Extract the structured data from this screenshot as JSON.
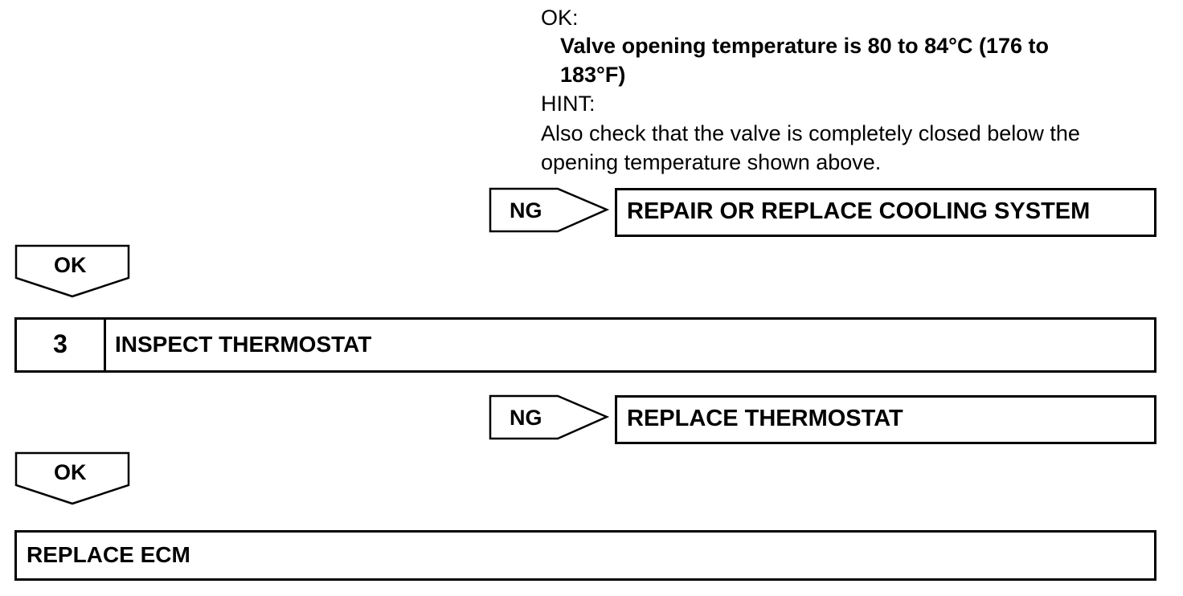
{
  "spec": {
    "ok_label": "OK:",
    "line1": "Valve opening temperature is 80 to 84°C (176 to",
    "line2": "183°F)",
    "hint_label": "HINT:",
    "hint_line1": "Also check that the valve is completely closed below the",
    "hint_line2": "opening temperature shown above."
  },
  "branch1": {
    "ng_label": "NG",
    "result": "REPAIR OR REPLACE COOLING SYSTEM",
    "ok_label": "OK"
  },
  "step3": {
    "number": "3",
    "title": "INSPECT THERMOSTAT"
  },
  "branch2": {
    "ng_label": "NG",
    "result": "REPLACE THERMOSTAT",
    "ok_label": "OK"
  },
  "final": {
    "result": "REPLACE ECM"
  }
}
